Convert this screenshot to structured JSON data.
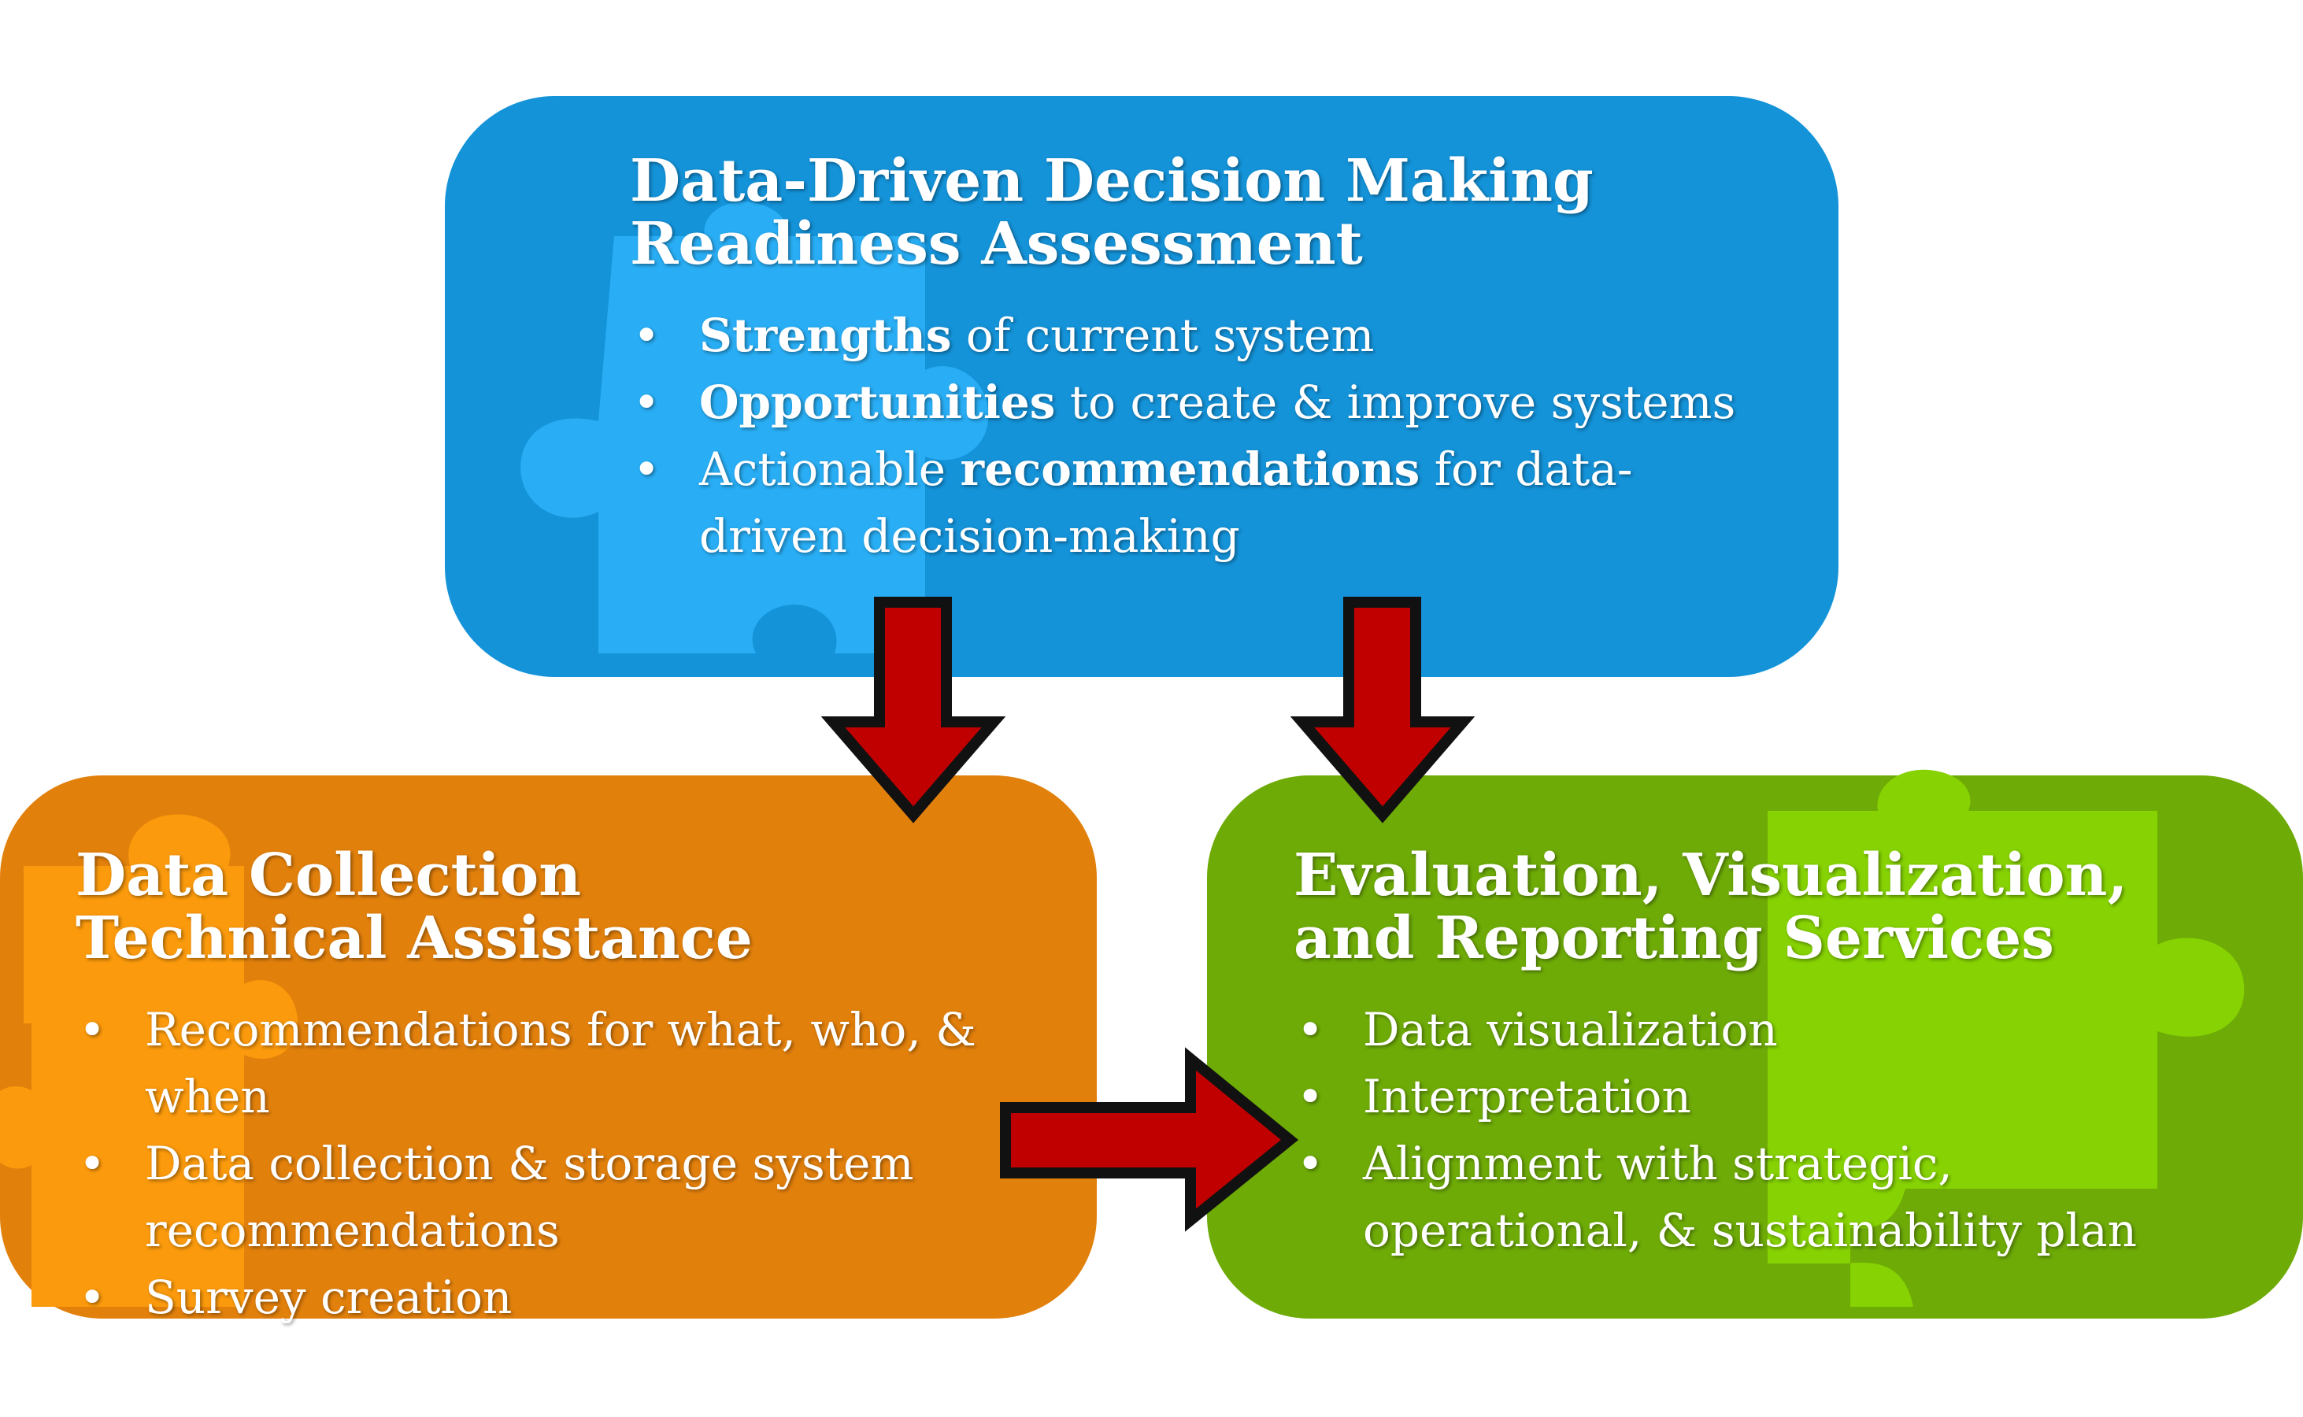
{
  "colors": {
    "blue_box": "#1493d9",
    "orange_box": "#e2800c",
    "green_box": "#6eab07",
    "arrow_fill": "#c00000",
    "arrow_stroke": "#111111"
  },
  "boxes": {
    "top": {
      "title_line1": "Data-Driven Decision Making",
      "title_line2": "Readiness Assessment",
      "items": [
        {
          "bold": "Strengths",
          "rest": " of current system"
        },
        {
          "bold": "Opportunities",
          "rest": " to create & improve systems"
        },
        {
          "pre": "Actionable ",
          "bold": "recommendations",
          "rest": " for data-driven decision-making"
        }
      ]
    },
    "left": {
      "title_line1": "Data Collection",
      "title_line2": "Technical Assistance",
      "items": [
        "Recommendations for what, who, & when",
        "Data collection & storage system recommendations",
        "Survey creation"
      ]
    },
    "right": {
      "title_line1": "Evaluation, Visualization,",
      "title_line2": "and Reporting Services",
      "items": [
        "Data visualization",
        "Interpretation",
        "Alignment with strategic, operational, & sustainability plan"
      ]
    }
  }
}
